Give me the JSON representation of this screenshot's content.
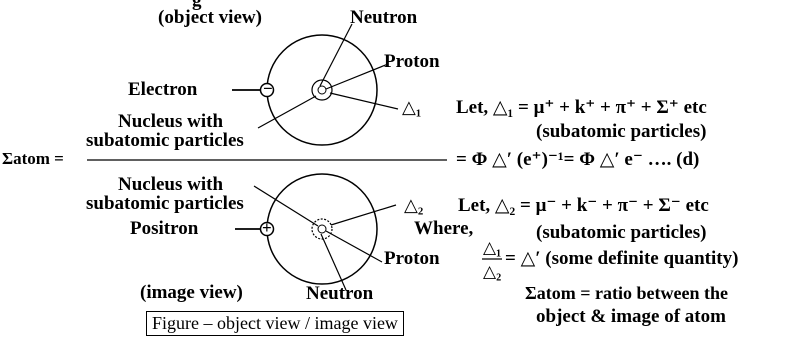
{
  "header_top": "g",
  "object_view": {
    "view_label": "(object view)",
    "neutron_label": "Neutron",
    "proton_label": "Proton",
    "electron_label": "Electron",
    "electron_symbol": "−",
    "delta_label": "△₁",
    "nucleus_label_line1": "Nucleus with",
    "nucleus_label_line2": "subatomic particles"
  },
  "image_view": {
    "view_label": "(image view)",
    "neutron_label": "Neutron",
    "proton_label": "Proton",
    "positron_label": "Positron",
    "positron_symbol": "+",
    "delta_label": "△₂",
    "nucleus_label_line1": "Nucleus with",
    "nucleus_label_line2": "subatomic particles"
  },
  "equations": {
    "sigma_atom_lhs": "Σatom =",
    "main_equation": "= Φ △′ (e⁺)⁻¹= Φ △′ e⁻ …. (d)",
    "let_delta1": "Let, △₁ = μ⁺ + k⁺ + π⁺ + Σ⁺ etc",
    "subatomic1": "(subatomic particles)",
    "let_delta2": "Let, △₂ = μ⁻ + k⁻ + π⁻ + Σ⁻ etc",
    "where": "Where,",
    "subatomic2": "(subatomic particles)",
    "ratio_numerator": "△₁",
    "ratio_denominator": "△₂",
    "ratio_rhs": "= △′ (some definite quantity)",
    "sigma_def_line1": "Σatom = ratio between the",
    "sigma_def_line2": "object & image of atom"
  },
  "caption": "Figure – object view / image view"
}
